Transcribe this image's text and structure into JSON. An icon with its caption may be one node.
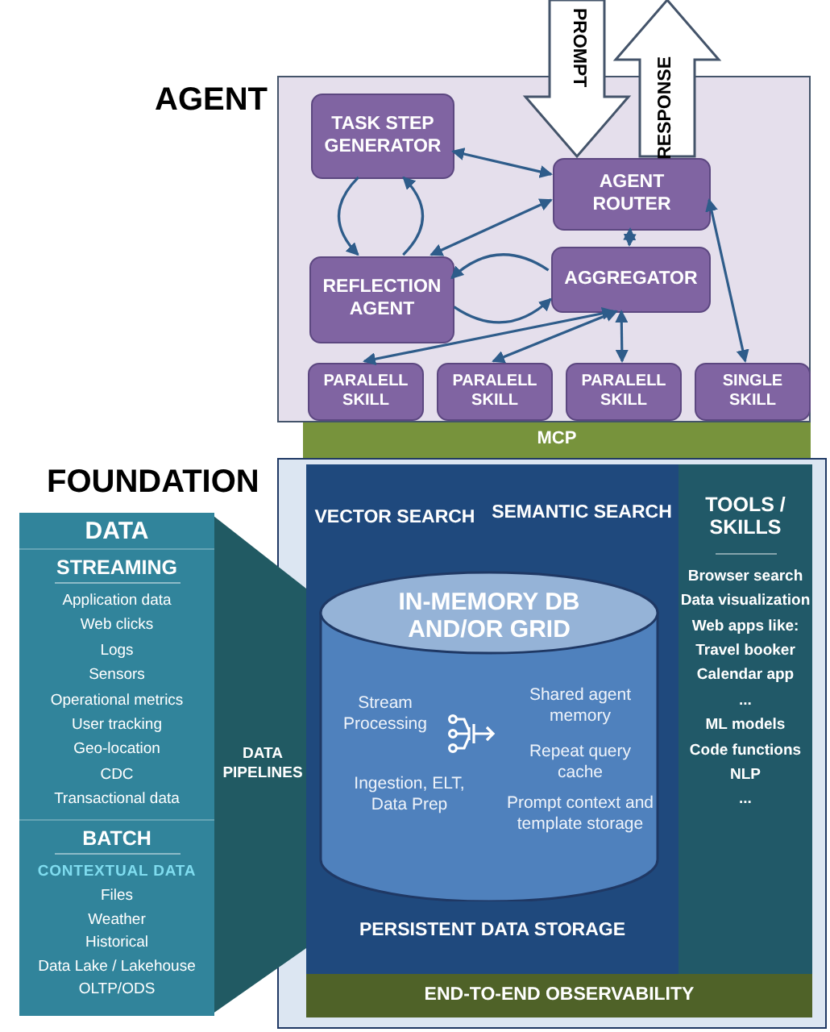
{
  "diagram": {
    "nodes": [
      {
        "text": [
          "AGENT"
        ]
      },
      {
        "text": [
          "TASK STEP GENERATOR"
        ],
        "in": 0
      },
      {
        "text": [
          "AGENT ROUTER"
        ],
        "in": 0
      },
      {
        "text": [
          "REFLECTION AGENT"
        ],
        "in": 0
      },
      {
        "text": [
          "AGGREGATOR"
        ],
        "in": 0
      },
      {
        "text": [
          "PARALELL SKILL"
        ],
        "in": 0
      },
      {
        "text": [
          "PARALELL SKILL"
        ],
        "in": 0
      },
      {
        "text": [
          "PARALELL SKILL"
        ],
        "in": 0
      },
      {
        "text": [
          "SINGLE SKILL"
        ],
        "in": 0
      },
      {
        "text": [
          "MCP"
        ]
      },
      {
        "text": [
          "FOUNDATION"
        ]
      },
      {
        "text": [
          "VECTOR SEARCH",
          "SEMANTIC SEARCH",
          "PERSISTENT DATA STORAGE"
        ],
        "in": 10
      },
      {
        "text": [
          "IN-MEMORY DB AND/OR GRID",
          "Stream Processing",
          "Ingestion, ELT, Data Prep",
          "Shared agent memory",
          "Repeat query cache",
          "Prompt context and template storage"
        ],
        "in": 11
      },
      {
        "text": [
          "TOOLS / SKILLS",
          "Browser search",
          "Data visualization",
          "Web apps like:",
          "Travel booker",
          "Calendar app",
          "...",
          "ML models",
          "Code functions",
          "NLP",
          "..."
        ],
        "in": 10
      },
      {
        "text": [
          "END-TO-END OBSERVABILITY"
        ],
        "in": 10
      },
      {
        "text": [
          "DATA"
        ]
      },
      {
        "text": [
          "STREAMING",
          "Application data",
          "Web clicks",
          "Logs",
          "Sensors",
          "Operational metrics",
          "User tracking",
          "Geo-location",
          "CDC",
          "Transactional data"
        ],
        "in": 15
      },
      {
        "text": [
          "BATCH",
          "CONTEXTUAL DATA",
          "Files",
          "Weather",
          "Historical",
          "Data Lake / Lakehouse",
          "OLTP/ODS"
        ],
        "in": 15
      },
      {
        "text": [
          "DATA PIPELINES"
        ]
      }
    ],
    "edges": [
      {
        "from": null,
        "to": 2,
        "arrow": "to",
        "label": "PROMPT",
        "style": "thick"
      },
      {
        "from": 2,
        "to": null,
        "arrow": "to",
        "label": "RESPONSE",
        "style": "thick"
      },
      {
        "from": 1,
        "to": 2,
        "arrow": "both"
      },
      {
        "from": 2,
        "to": 3,
        "arrow": "both"
      },
      {
        "from": 2,
        "to": 4,
        "arrow": "both"
      },
      {
        "from": 4,
        "to": 5,
        "arrow": "both"
      },
      {
        "from": 4,
        "to": 6,
        "arrow": "both"
      },
      {
        "from": 4,
        "to": 7,
        "arrow": "both"
      },
      {
        "from": 2,
        "to": 8,
        "arrow": "both"
      },
      {
        "from": 1,
        "to": 3,
        "arrow": "to"
      },
      {
        "from": 3,
        "to": 1,
        "arrow": "to"
      },
      {
        "from": 4,
        "to": 3,
        "arrow": "to"
      },
      {
        "from": 3,
        "to": 4,
        "arrow": "to"
      }
    ]
  }
}
